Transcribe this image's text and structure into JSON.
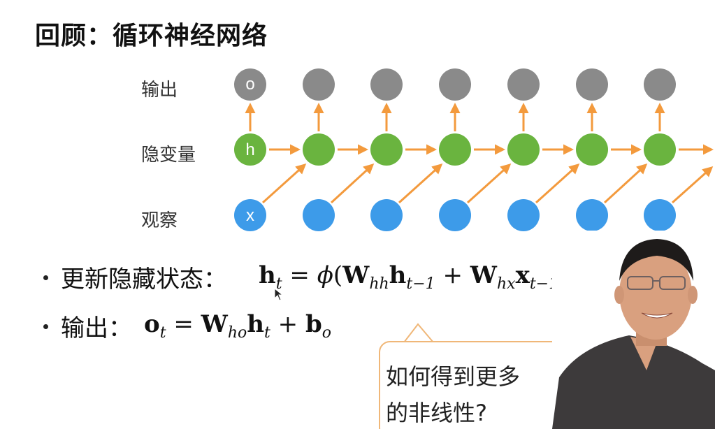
{
  "slide": {
    "title": "回顾：循环神经网络",
    "labels": {
      "output": "输出",
      "hidden": "隐变量",
      "observed": "观察"
    },
    "node_letters": {
      "output": "o",
      "hidden": "h",
      "input": "x"
    },
    "colors": {
      "output_node": "#8a8a8a",
      "hidden_node": "#6ab43f",
      "input_node": "#3d9be9",
      "arrow": "#f39a3d"
    },
    "bullets": {
      "update_label": "更新隐藏状态：",
      "output_label": "输出："
    }
  },
  "callout": {
    "line1": "如何得到更多",
    "line2": "的非线性?"
  }
}
